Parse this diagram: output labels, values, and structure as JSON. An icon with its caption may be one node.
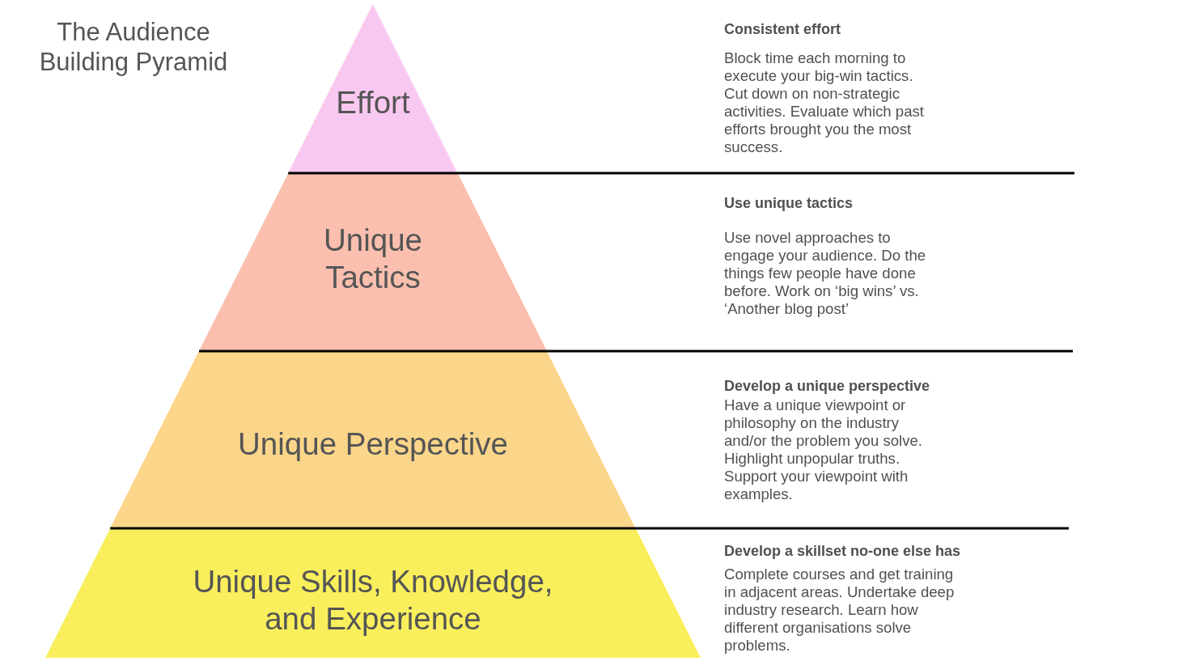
{
  "diagram": {
    "title": "The Audience Building Pyramid",
    "nodes": [
      {
        "text": [
          "Effort"
        ],
        "beside": [
          "Consistent effort",
          "Block time each morning to execute your big-win tactics. Cut down on non-strategic activities. Evaluate which past efforts brought you the most success."
        ]
      },
      {
        "text": [
          "Unique Tactics"
        ],
        "beside": [
          "Use unique tactics",
          "Use novel approaches to engage your audience. Do the things few people have done before. Work on ‘big wins’ vs. ‘Another blog post’"
        ]
      },
      {
        "text": [
          "Unique Perspective"
        ],
        "beside": [
          "Develop a unique perspective",
          "Have a unique viewpoint or philosophy on the industry and/or the problem you solve. Highlight unpopular truths. Support your viewpoint with examples."
        ]
      },
      {
        "text": [
          "Unique Skills, Knowledge, and Experience"
        ],
        "beside": [
          "Develop a skillset no-one else has",
          "Complete courses and get training in adjacent areas. Undertake deep industry research. Learn how different organisations solve problems."
        ]
      }
    ]
  }
}
